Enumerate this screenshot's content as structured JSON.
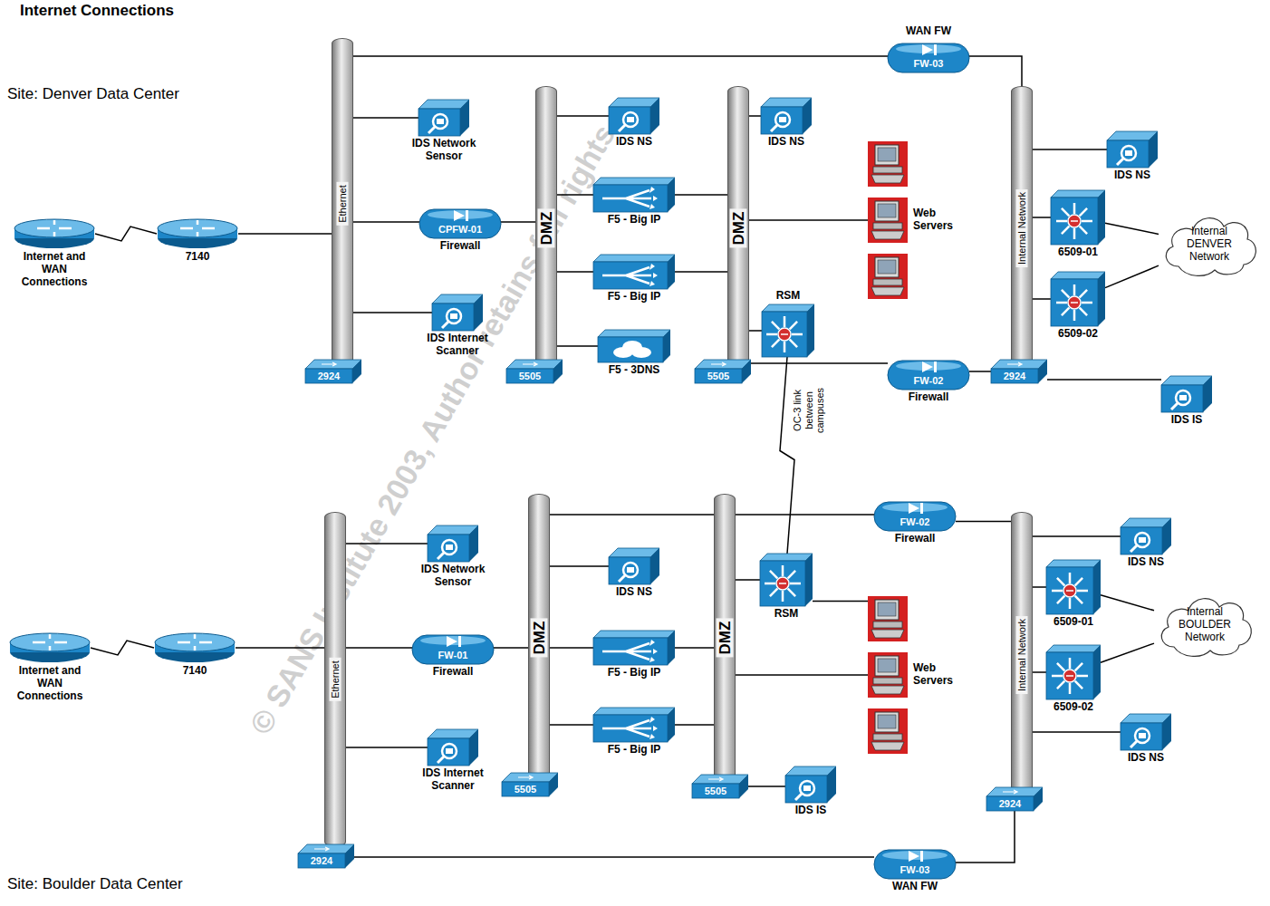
{
  "diagram": {
    "title": "Internet Connections",
    "nodes": [
      {
        "text": [
          "Internet and WAN Connections"
        ]
      },
      {
        "text": [
          "7140"
        ]
      },
      {
        "text": [
          "Ethernet"
        ]
      },
      {
        "text": [
          "IDS Network Sensor"
        ]
      },
      {
        "text": [
          "CPFW-01",
          "Firewall"
        ]
      },
      {
        "text": [
          "IDS Internet Scanner"
        ]
      },
      {
        "text": [
          "2924"
        ]
      },
      {
        "text": [
          "DMZ"
        ]
      },
      {
        "text": [
          "IDS NS"
        ]
      },
      {
        "text": [
          "F5 - Big IP"
        ]
      },
      {
        "text": [
          "F5 - Big IP"
        ]
      },
      {
        "text": [
          "F5 - 3DNS"
        ]
      },
      {
        "text": [
          "5505"
        ]
      },
      {
        "text": [
          "DMZ"
        ]
      },
      {
        "text": [
          "IDS NS"
        ]
      },
      {
        "text": [
          "Web Servers"
        ]
      },
      {
        "text": [
          "RSM"
        ]
      },
      {
        "text": [
          "5505"
        ]
      },
      {
        "text": [
          "FW-02",
          "Firewall"
        ]
      },
      {
        "text": [
          "FW-03",
          "WAN FW"
        ]
      },
      {
        "text": [
          "Internal Network"
        ]
      },
      {
        "text": [
          "IDS NS"
        ]
      },
      {
        "text": [
          "6509-01"
        ]
      },
      {
        "text": [
          "6509-02"
        ]
      },
      {
        "text": [
          "Internal DENVER Network"
        ]
      },
      {
        "text": [
          "2924"
        ]
      },
      {
        "text": [
          "IDS IS"
        ]
      },
      {
        "text": [
          "Internet and WAN Connections"
        ]
      },
      {
        "text": [
          "7140"
        ]
      },
      {
        "text": [
          "Ethernet"
        ]
      },
      {
        "text": [
          "IDS Network Sensor"
        ]
      },
      {
        "text": [
          "FW-01",
          "Firewall"
        ]
      },
      {
        "text": [
          "IDS Internet Scanner"
        ]
      },
      {
        "text": [
          "2924"
        ]
      },
      {
        "text": [
          "DMZ"
        ]
      },
      {
        "text": [
          "IDS NS"
        ]
      },
      {
        "text": [
          "F5 - Big IP"
        ]
      },
      {
        "text": [
          "F5 - Big IP"
        ]
      },
      {
        "text": [
          "5505"
        ]
      },
      {
        "text": [
          "DMZ"
        ]
      },
      {
        "text": [
          "RSM"
        ]
      },
      {
        "text": [
          "Web Servers"
        ]
      },
      {
        "text": [
          "5505"
        ]
      },
      {
        "text": [
          "IDS IS"
        ]
      },
      {
        "text": [
          "FW-02",
          "Firewall"
        ]
      },
      {
        "text": [
          "Internal Network"
        ]
      },
      {
        "text": [
          "IDS NS"
        ]
      },
      {
        "text": [
          "6509-01"
        ]
      },
      {
        "text": [
          "6509-02"
        ]
      },
      {
        "text": [
          "Internal BOULDER Network"
        ]
      },
      {
        "text": [
          "IDS NS"
        ]
      },
      {
        "text": [
          "2924"
        ]
      },
      {
        "text": [
          "FW-03",
          "WAN FW"
        ]
      }
    ],
    "edges": [
      {
        "from": 0,
        "to": 1,
        "arrow": "none"
      },
      {
        "from": 1,
        "to": 2,
        "arrow": "none"
      },
      {
        "from": 2,
        "to": 3,
        "arrow": "none"
      },
      {
        "from": 2,
        "to": 4,
        "arrow": "none"
      },
      {
        "from": 2,
        "to": 5,
        "arrow": "none"
      },
      {
        "from": 2,
        "to": 19,
        "arrow": "none"
      },
      {
        "from": 4,
        "to": 7,
        "arrow": "none"
      },
      {
        "from": 7,
        "to": 8,
        "arrow": "none"
      },
      {
        "from": 7,
        "to": 9,
        "arrow": "none"
      },
      {
        "from": 7,
        "to": 10,
        "arrow": "none"
      },
      {
        "from": 7,
        "to": 11,
        "arrow": "none"
      },
      {
        "from": 9,
        "to": 13,
        "arrow": "none"
      },
      {
        "from": 10,
        "to": 13,
        "arrow": "none"
      },
      {
        "from": 13,
        "to": 14,
        "arrow": "none"
      },
      {
        "from": 13,
        "to": 15,
        "arrow": "none"
      },
      {
        "from": 13,
        "to": 16,
        "arrow": "none"
      },
      {
        "from": 13,
        "to": 18,
        "arrow": "none"
      },
      {
        "from": 18,
        "to": 25,
        "arrow": "none"
      },
      {
        "from": 19,
        "to": 20,
        "arrow": "none"
      },
      {
        "from": 20,
        "to": 21,
        "arrow": "none"
      },
      {
        "from": 20,
        "to": 22,
        "arrow": "none"
      },
      {
        "from": 20,
        "to": 23,
        "arrow": "none"
      },
      {
        "from": 22,
        "to": 24,
        "arrow": "none"
      },
      {
        "from": 23,
        "to": 24,
        "arrow": "none"
      },
      {
        "from": 25,
        "to": 26,
        "arrow": "none"
      },
      {
        "from": 16,
        "to": 40,
        "label": "OC-3 link between campuses",
        "arrow": "none"
      },
      {
        "from": 27,
        "to": 28,
        "arrow": "none"
      },
      {
        "from": 28,
        "to": 29,
        "arrow": "none"
      },
      {
        "from": 29,
        "to": 30,
        "arrow": "none"
      },
      {
        "from": 29,
        "to": 31,
        "arrow": "none"
      },
      {
        "from": 29,
        "to": 32,
        "arrow": "none"
      },
      {
        "from": 33,
        "to": 52,
        "arrow": "none"
      },
      {
        "from": 31,
        "to": 34,
        "arrow": "none"
      },
      {
        "from": 34,
        "to": 35,
        "arrow": "none"
      },
      {
        "from": 34,
        "to": 36,
        "arrow": "none"
      },
      {
        "from": 34,
        "to": 37,
        "arrow": "none"
      },
      {
        "from": 36,
        "to": 39,
        "arrow": "none"
      },
      {
        "from": 37,
        "to": 39,
        "arrow": "none"
      },
      {
        "from": 34,
        "to": 44,
        "arrow": "none"
      },
      {
        "from": 44,
        "to": 45,
        "arrow": "none"
      },
      {
        "from": 39,
        "to": 40,
        "arrow": "none"
      },
      {
        "from": 40,
        "to": 41,
        "arrow": "none"
      },
      {
        "from": 39,
        "to": 41,
        "arrow": "none"
      },
      {
        "from": 42,
        "to": 43,
        "arrow": "none"
      },
      {
        "from": 45,
        "to": 46,
        "arrow": "none"
      },
      {
        "from": 45,
        "to": 47,
        "arrow": "none"
      },
      {
        "from": 45,
        "to": 48,
        "arrow": "none"
      },
      {
        "from": 47,
        "to": 49,
        "arrow": "none"
      },
      {
        "from": 48,
        "to": 49,
        "arrow": "none"
      },
      {
        "from": 45,
        "to": 50,
        "arrow": "none"
      },
      {
        "from": 52,
        "to": 51,
        "arrow": "none"
      }
    ],
    "labels": [
      "Site: Denver Data Center",
      "Site: Boulder Data Center",
      "© SANS Institute 2003, Author retains full rights."
    ]
  }
}
